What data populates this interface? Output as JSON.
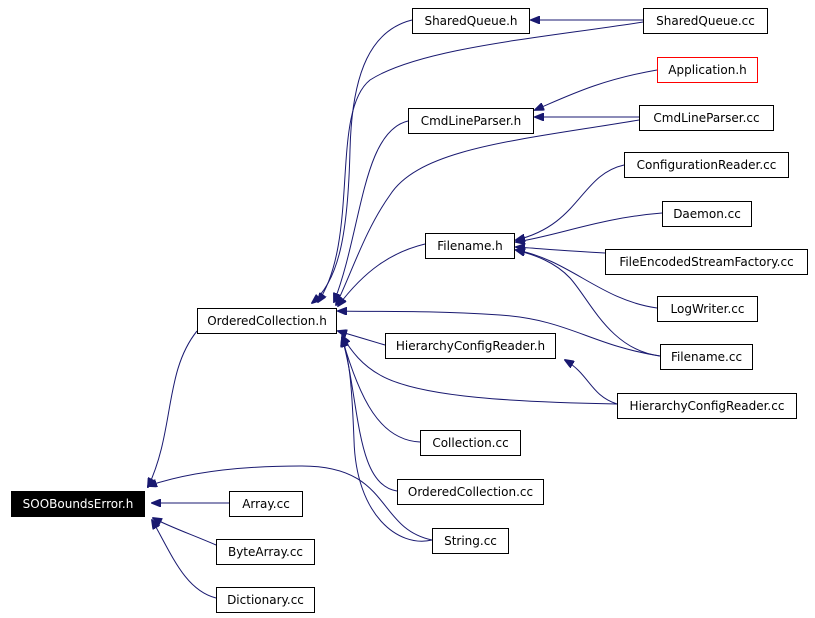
{
  "diagram": {
    "colors": {
      "edge": "#191970",
      "node_border": "#000000",
      "root_fill": "#000000",
      "root_text": "#ffffff",
      "missing_border": "#ff0000"
    },
    "nodes": [
      {
        "id": "SOOBoundsError.h",
        "label": "SOOBoundsError.h",
        "kind": "root"
      },
      {
        "id": "Array.cc",
        "label": "Array.cc",
        "kind": "normal"
      },
      {
        "id": "ByteArray.cc",
        "label": "ByteArray.cc",
        "kind": "normal"
      },
      {
        "id": "Dictionary.cc",
        "label": "Dictionary.cc",
        "kind": "normal"
      },
      {
        "id": "OrderedCollection.h",
        "label": "OrderedCollection.h",
        "kind": "normal"
      },
      {
        "id": "String.cc",
        "label": "String.cc",
        "kind": "normal"
      },
      {
        "id": "SharedQueue.h",
        "label": "SharedQueue.h",
        "kind": "normal"
      },
      {
        "id": "CmdLineParser.h",
        "label": "CmdLineParser.h",
        "kind": "normal"
      },
      {
        "id": "Filename.h",
        "label": "Filename.h",
        "kind": "normal"
      },
      {
        "id": "HierarchyConfigReader.h",
        "label": "HierarchyConfigReader.h",
        "kind": "normal"
      },
      {
        "id": "Collection.cc",
        "label": "Collection.cc",
        "kind": "normal"
      },
      {
        "id": "OrderedCollection.cc",
        "label": "OrderedCollection.cc",
        "kind": "normal"
      },
      {
        "id": "SharedQueue.cc",
        "label": "SharedQueue.cc",
        "kind": "normal"
      },
      {
        "id": "Application.h",
        "label": "Application.h",
        "kind": "missing"
      },
      {
        "id": "CmdLineParser.cc",
        "label": "CmdLineParser.cc",
        "kind": "normal"
      },
      {
        "id": "ConfigurationReader.cc",
        "label": "ConfigurationReader.cc",
        "kind": "normal"
      },
      {
        "id": "Daemon.cc",
        "label": "Daemon.cc",
        "kind": "normal"
      },
      {
        "id": "FileEncodedStreamFactory.cc",
        "label": "FileEncodedStreamFactory.cc",
        "kind": "normal"
      },
      {
        "id": "LogWriter.cc",
        "label": "LogWriter.cc",
        "kind": "normal"
      },
      {
        "id": "Filename.cc",
        "label": "Filename.cc",
        "kind": "normal"
      },
      {
        "id": "HierarchyConfigReader.cc",
        "label": "HierarchyConfigReader.cc",
        "kind": "normal"
      }
    ],
    "edges": [
      {
        "from": "Array.cc",
        "to": "SOOBoundsError.h"
      },
      {
        "from": "ByteArray.cc",
        "to": "SOOBoundsError.h"
      },
      {
        "from": "Dictionary.cc",
        "to": "SOOBoundsError.h"
      },
      {
        "from": "OrderedCollection.h",
        "to": "SOOBoundsError.h"
      },
      {
        "from": "String.cc",
        "to": "SOOBoundsError.h"
      },
      {
        "from": "SharedQueue.h",
        "to": "OrderedCollection.h"
      },
      {
        "from": "SharedQueue.cc",
        "to": "OrderedCollection.h"
      },
      {
        "from": "CmdLineParser.h",
        "to": "OrderedCollection.h"
      },
      {
        "from": "CmdLineParser.cc",
        "to": "OrderedCollection.h"
      },
      {
        "from": "Filename.h",
        "to": "OrderedCollection.h"
      },
      {
        "from": "Filename.cc",
        "to": "OrderedCollection.h"
      },
      {
        "from": "HierarchyConfigReader.h",
        "to": "OrderedCollection.h"
      },
      {
        "from": "HierarchyConfigReader.cc",
        "to": "OrderedCollection.h"
      },
      {
        "from": "Collection.cc",
        "to": "OrderedCollection.h"
      },
      {
        "from": "OrderedCollection.cc",
        "to": "OrderedCollection.h"
      },
      {
        "from": "String.cc",
        "to": "OrderedCollection.h"
      },
      {
        "from": "SharedQueue.cc",
        "to": "SharedQueue.h"
      },
      {
        "from": "Application.h",
        "to": "CmdLineParser.h"
      },
      {
        "from": "CmdLineParser.cc",
        "to": "CmdLineParser.h"
      },
      {
        "from": "ConfigurationReader.cc",
        "to": "Filename.h"
      },
      {
        "from": "Daemon.cc",
        "to": "Filename.h"
      },
      {
        "from": "FileEncodedStreamFactory.cc",
        "to": "Filename.h"
      },
      {
        "from": "LogWriter.cc",
        "to": "Filename.h"
      },
      {
        "from": "Filename.cc",
        "to": "Filename.h"
      },
      {
        "from": "HierarchyConfigReader.cc",
        "to": "HierarchyConfigReader.h"
      }
    ]
  }
}
